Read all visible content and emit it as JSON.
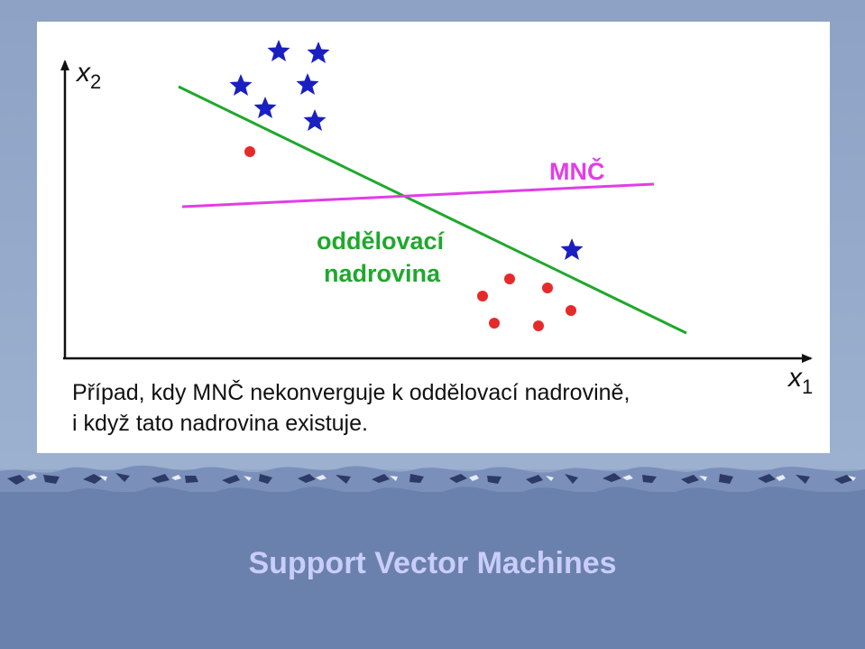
{
  "diagram": {
    "axis_x_label": "x",
    "axis_x_sub": "1",
    "axis_y_label": "x",
    "axis_y_sub": "2",
    "label_mnc": "MNČ",
    "label_separating_line1": "oddělovací",
    "label_separating_line2": "nadrovina",
    "colors": {
      "separating_hyperplane": "#1fa82c",
      "mnc_line": "#e23de6",
      "star_class": "#1a1fc2",
      "dot_class": "#e62a2a"
    }
  },
  "caption": {
    "line1": "Případ, kdy MNČ nekonverguje k oddělovací nadrovině,",
    "line2": "i když tato nadrovina existuje."
  },
  "footer": {
    "title": "Support Vector Machines"
  }
}
